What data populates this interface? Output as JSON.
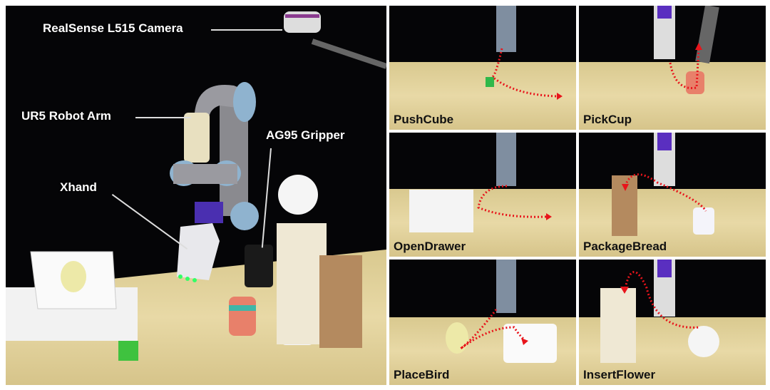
{
  "main_scene": {
    "labels": {
      "camera": "RealSense L515 Camera",
      "arm": "UR5 Robot Arm",
      "gripper": "AG95 Gripper",
      "hand": "Xhand"
    }
  },
  "tasks": [
    {
      "label": "PushCube"
    },
    {
      "label": "PickCup"
    },
    {
      "label": "OpenDrawer"
    },
    {
      "label": "PackageBread"
    },
    {
      "label": "PlaceBird"
    },
    {
      "label": "InsertFlower"
    }
  ],
  "colors": {
    "trajectory": "#e8141b",
    "table": "#e0d09a",
    "background": "#050507"
  }
}
